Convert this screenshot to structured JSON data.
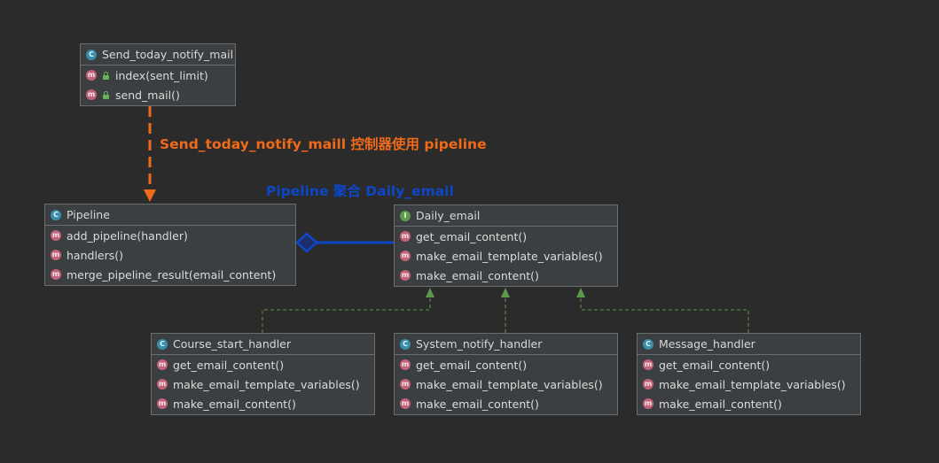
{
  "colors": {
    "background": "#2b2b2b",
    "dependency_arrow": "#f06a1a",
    "aggregation": "#0d47c8",
    "implements_arrow": "#5a9a4a",
    "method_badge": "#c2637a",
    "class_badge": "#3a8dab",
    "interface_badge": "#5f9a4f"
  },
  "labels": {
    "dependency": "Send_today_notify_maill 控制器使用 pipeline",
    "aggregation": "Pipeline 聚合 Daily_email"
  },
  "classes": {
    "send_today_notify_mail": {
      "kind": "C",
      "name": "Send_today_notify_mail",
      "members": [
        "index(sent_limit)",
        "send_mail()"
      ]
    },
    "pipeline": {
      "kind": "C",
      "name": "Pipeline",
      "members": [
        "add_pipeline(handler)",
        "handlers()",
        "merge_pipeline_result(email_content)"
      ]
    },
    "daily_email": {
      "kind": "I",
      "name": "Daily_email",
      "members": [
        "get_email_content()",
        "make_email_template_variables()",
        "make_email_content()"
      ]
    },
    "course_start_handler": {
      "kind": "C",
      "name": "Course_start_handler",
      "members": [
        "get_email_content()",
        "make_email_template_variables()",
        "make_email_content()"
      ]
    },
    "system_notify_handler": {
      "kind": "C",
      "name": "System_notify_handler",
      "members": [
        "get_email_content()",
        "make_email_template_variables()",
        "make_email_content()"
      ]
    },
    "message_handler": {
      "kind": "C",
      "name": "Message_handler",
      "members": [
        "get_email_content()",
        "make_email_template_variables()",
        "make_email_content()"
      ]
    }
  },
  "member_badge": "m"
}
